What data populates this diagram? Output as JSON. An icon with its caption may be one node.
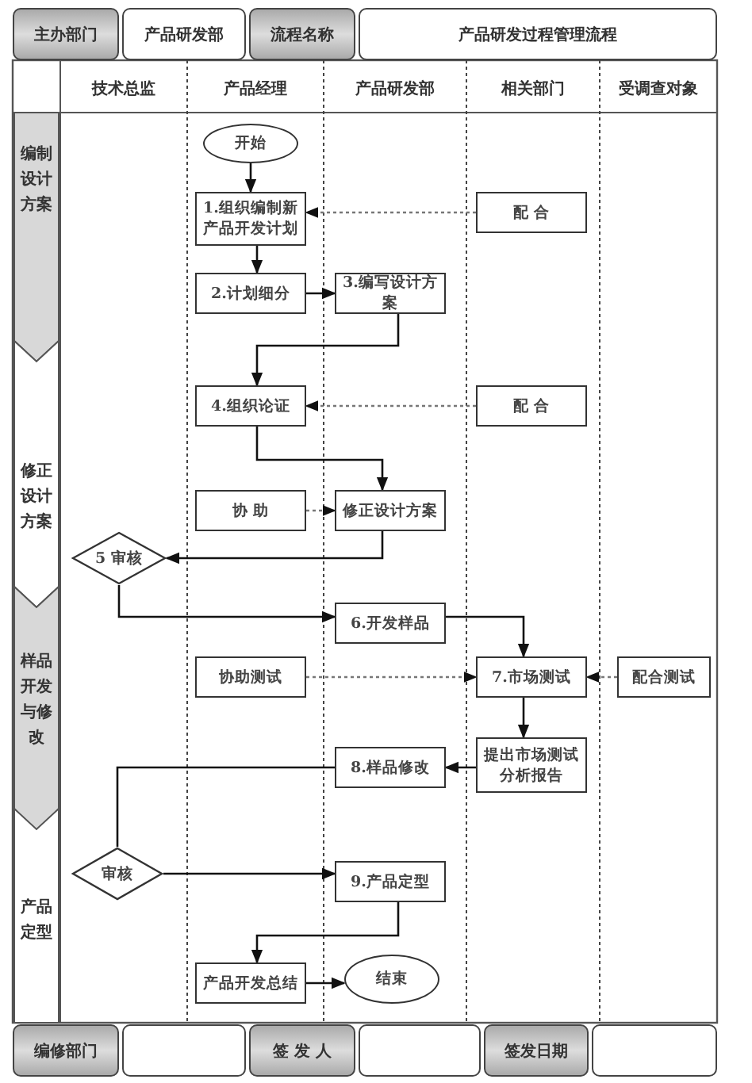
{
  "diagram": {
    "nodes": [
      {
        "text": [
          "开始"
        ]
      },
      {
        "text": [
          "1.组织编制新产品开发计划"
        ]
      },
      {
        "text": [
          "配 合"
        ]
      },
      {
        "text": [
          "2.计划细分"
        ]
      },
      {
        "text": [
          "3.编写设计方案"
        ]
      },
      {
        "text": [
          "4.组织论证"
        ]
      },
      {
        "text": [
          "配 合"
        ]
      },
      {
        "text": [
          "协 助"
        ]
      },
      {
        "text": [
          "修正设计方案"
        ]
      },
      {
        "text": [
          "5 审核"
        ]
      },
      {
        "text": [
          "6.开发样品"
        ]
      },
      {
        "text": [
          "协助测试"
        ]
      },
      {
        "text": [
          "7.市场测试"
        ]
      },
      {
        "text": [
          "配合测试"
        ]
      },
      {
        "text": [
          "提出市场测试分析报告"
        ]
      },
      {
        "text": [
          "8.样品修改"
        ]
      },
      {
        "text": [
          "审核"
        ]
      },
      {
        "text": [
          "9.产品定型"
        ]
      },
      {
        "text": [
          "产品开发总结"
        ]
      },
      {
        "text": [
          "结束"
        ]
      }
    ],
    "edges": [
      {
        "from": 0,
        "to": 1,
        "arrow": "to"
      },
      {
        "from": 2,
        "to": 1,
        "arrow": "to",
        "style": "dashed",
        "color": "#777777"
      },
      {
        "from": 1,
        "to": 3,
        "arrow": "to"
      },
      {
        "from": 3,
        "to": 4,
        "arrow": "to"
      },
      {
        "from": 4,
        "to": 5,
        "arrow": "to"
      },
      {
        "from": 6,
        "to": 5,
        "arrow": "to",
        "style": "dashed",
        "color": "#777777"
      },
      {
        "from": 5,
        "to": 8,
        "arrow": "to"
      },
      {
        "from": 7,
        "to": 8,
        "arrow": "to",
        "style": "dashed",
        "color": "#777777"
      },
      {
        "from": 8,
        "to": 9,
        "arrow": "to"
      },
      {
        "from": 9,
        "to": 10,
        "arrow": "to"
      },
      {
        "from": 10,
        "to": 12,
        "arrow": "to"
      },
      {
        "from": 11,
        "to": 12,
        "arrow": "to",
        "style": "dashed",
        "color": "#777777"
      },
      {
        "from": 13,
        "to": 12,
        "arrow": "to",
        "style": "dashed",
        "color": "#777777"
      },
      {
        "from": 12,
        "to": 14,
        "arrow": "to"
      },
      {
        "from": 14,
        "to": 15,
        "arrow": "to"
      },
      {
        "from": 15,
        "to": 16,
        "arrow": "none"
      },
      {
        "from": 16,
        "to": 17,
        "arrow": "to"
      },
      {
        "from": 17,
        "to": 18,
        "arrow": "to"
      },
      {
        "from": 18,
        "to": 19,
        "arrow": "to"
      }
    ],
    "labels": [
      "主办部门",
      "产品研发部",
      "流程名称",
      "产品研发过程管理流程",
      "技术总监",
      "产品经理",
      "产品研发部",
      "相关部门",
      "受调查对象",
      "编制设计方案",
      "修正设计方案",
      "样品开发与修改",
      "产品定型",
      "编修部门",
      "签 发 人",
      "签发日期"
    ]
  }
}
